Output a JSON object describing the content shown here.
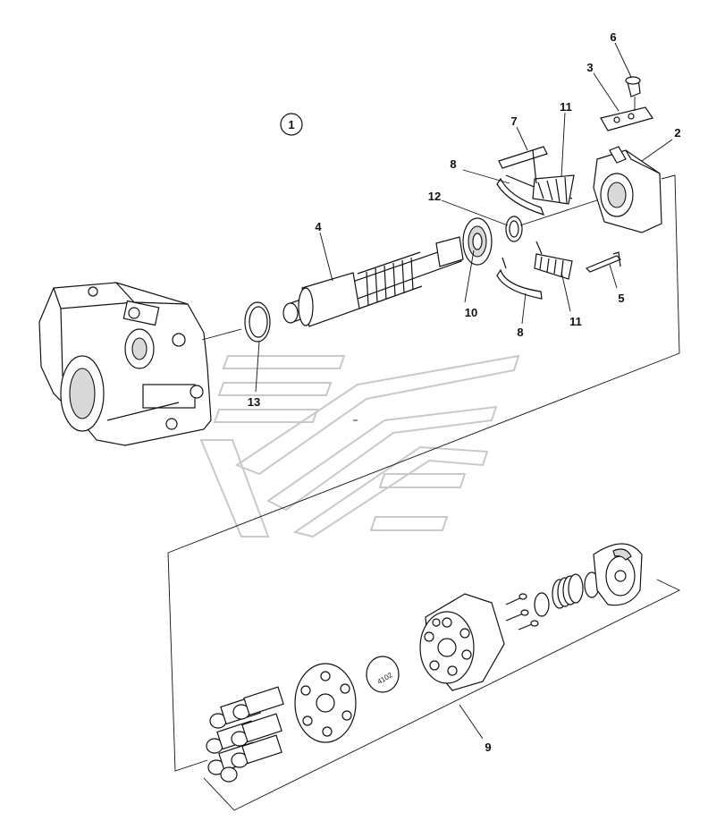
{
  "diagram": {
    "assembly_marker": "1",
    "callouts": [
      {
        "id": "c6",
        "text": "6"
      },
      {
        "id": "c3",
        "text": "3"
      },
      {
        "id": "c2",
        "text": "2"
      },
      {
        "id": "c7",
        "text": "7"
      },
      {
        "id": "c11a",
        "text": "11"
      },
      {
        "id": "c8a",
        "text": "8"
      },
      {
        "id": "c12",
        "text": "12"
      },
      {
        "id": "c4",
        "text": "4"
      },
      {
        "id": "c5",
        "text": "5"
      },
      {
        "id": "c10",
        "text": "10"
      },
      {
        "id": "c11b",
        "text": "11"
      },
      {
        "id": "c8b",
        "text": "8"
      },
      {
        "id": "c13",
        "text": "13"
      },
      {
        "id": "c9",
        "text": "9"
      }
    ],
    "cylinder_marking": "4102"
  }
}
